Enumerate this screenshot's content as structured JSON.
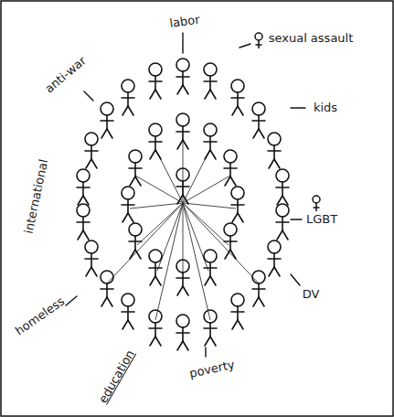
{
  "diagram": {
    "labels": [
      "labor",
      "sexual assault",
      "kids",
      "LGBT",
      "DV",
      "poverty",
      "education",
      "homeless",
      "international",
      "anti-war"
    ]
  }
}
